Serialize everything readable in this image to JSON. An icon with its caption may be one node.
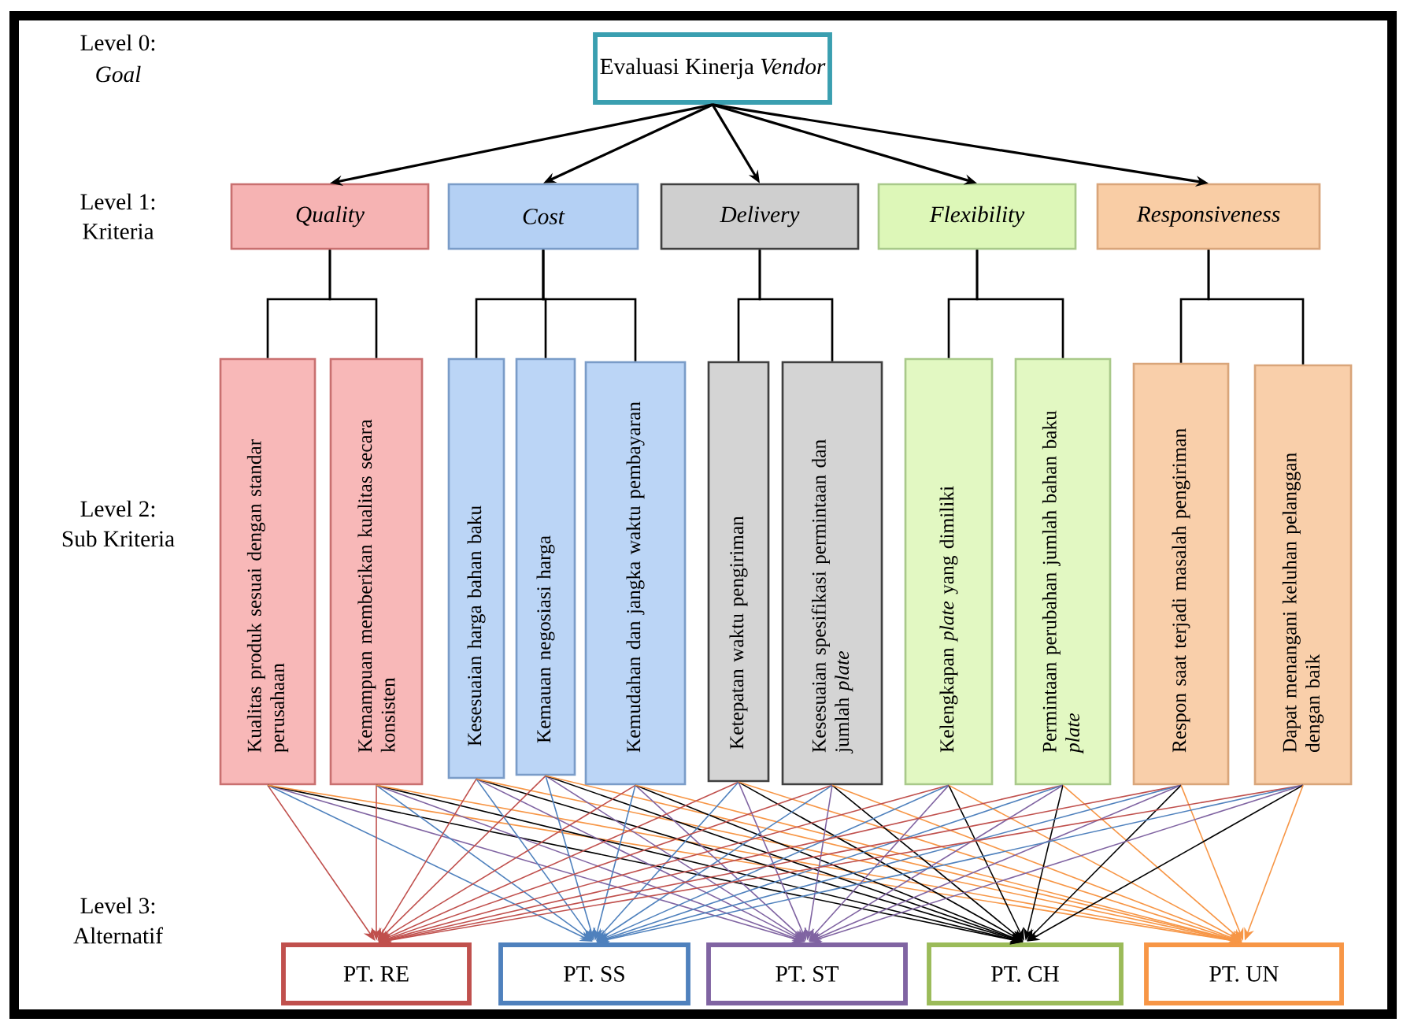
{
  "diagram": {
    "nodes": [
      {
        "text": [
          "Evaluasi Kinerja *Vendor*"
        ]
      },
      {
        "text": [
          "Quality"
        ]
      },
      {
        "text": [
          "Cost"
        ]
      },
      {
        "text": [
          "Delivery"
        ]
      },
      {
        "text": [
          "Flexibility"
        ]
      },
      {
        "text": [
          "Responsiveness"
        ]
      },
      {
        "text": [
          "Kualitas produk sesuai dengan standar perusahaan"
        ]
      },
      {
        "text": [
          "Kemampuan memberikan kualitas secara konsisten"
        ]
      },
      {
        "text": [
          "Kesesuaian harga bahan baku"
        ]
      },
      {
        "text": [
          "Kemauan negosiasi harga"
        ]
      },
      {
        "text": [
          "Kemudahan dan jangka waktu pembayaran"
        ]
      },
      {
        "text": [
          "Ketepatan waktu pengiriman"
        ]
      },
      {
        "text": [
          "Kesesuaian spesifikasi permintaan dan jumlah *plate*"
        ]
      },
      {
        "text": [
          "Kelengkapan *plate* yang dimiliki"
        ]
      },
      {
        "text": [
          "Permintaan perubahan jumlah bahan baku *plate*"
        ]
      },
      {
        "text": [
          "Respon saat terjadi masalah pengiriman"
        ]
      },
      {
        "text": [
          "Dapat menangani keluhan pelanggan dengan baik"
        ]
      },
      {
        "text": [
          "PT. RE"
        ]
      },
      {
        "text": [
          "PT. SS"
        ]
      },
      {
        "text": [
          "PT. ST"
        ]
      },
      {
        "text": [
          "PT. CH"
        ]
      },
      {
        "text": [
          "PT. UN"
        ]
      }
    ],
    "edges": [
      {
        "from": 0,
        "to": 1,
        "arrow": "to"
      },
      {
        "from": 0,
        "to": 2,
        "arrow": "to"
      },
      {
        "from": 0,
        "to": 3,
        "arrow": "to"
      },
      {
        "from": 0,
        "to": 4,
        "arrow": "to"
      },
      {
        "from": 0,
        "to": 5,
        "arrow": "to"
      },
      {
        "from": 1,
        "to": 6,
        "arrow": "none"
      },
      {
        "from": 1,
        "to": 7,
        "arrow": "none"
      },
      {
        "from": 2,
        "to": 8,
        "arrow": "none"
      },
      {
        "from": 2,
        "to": 9,
        "arrow": "none"
      },
      {
        "from": 2,
        "to": 10,
        "arrow": "none"
      },
      {
        "from": 3,
        "to": 11,
        "arrow": "none"
      },
      {
        "from": 3,
        "to": 12,
        "arrow": "none"
      },
      {
        "from": 4,
        "to": 13,
        "arrow": "none"
      },
      {
        "from": 4,
        "to": 14,
        "arrow": "none"
      },
      {
        "from": 5,
        "to": 15,
        "arrow": "none"
      },
      {
        "from": 5,
        "to": 16,
        "arrow": "none"
      },
      {
        "from": 6,
        "to": 17,
        "arrow": "to",
        "color": "#c0504d"
      },
      {
        "from": 6,
        "to": 18,
        "arrow": "to",
        "color": "#4f81bd"
      },
      {
        "from": 6,
        "to": 19,
        "arrow": "to",
        "color": "#8064a2"
      },
      {
        "from": 6,
        "to": 20,
        "arrow": "to"
      },
      {
        "from": 6,
        "to": 21,
        "arrow": "to",
        "color": "#f79646"
      },
      {
        "from": 7,
        "to": 17,
        "arrow": "to",
        "color": "#c0504d"
      },
      {
        "from": 7,
        "to": 18,
        "arrow": "to",
        "color": "#4f81bd"
      },
      {
        "from": 7,
        "to": 19,
        "arrow": "to",
        "color": "#8064a2"
      },
      {
        "from": 7,
        "to": 20,
        "arrow": "to"
      },
      {
        "from": 7,
        "to": 21,
        "arrow": "to",
        "color": "#f79646"
      },
      {
        "from": 8,
        "to": 17,
        "arrow": "to",
        "color": "#c0504d"
      },
      {
        "from": 8,
        "to": 18,
        "arrow": "to",
        "color": "#4f81bd"
      },
      {
        "from": 8,
        "to": 19,
        "arrow": "to",
        "color": "#8064a2"
      },
      {
        "from": 8,
        "to": 20,
        "arrow": "to"
      },
      {
        "from": 8,
        "to": 21,
        "arrow": "to",
        "color": "#f79646"
      },
      {
        "from": 9,
        "to": 17,
        "arrow": "to",
        "color": "#c0504d"
      },
      {
        "from": 9,
        "to": 18,
        "arrow": "to",
        "color": "#4f81bd"
      },
      {
        "from": 9,
        "to": 19,
        "arrow": "to",
        "color": "#8064a2"
      },
      {
        "from": 9,
        "to": 20,
        "arrow": "to"
      },
      {
        "from": 9,
        "to": 21,
        "arrow": "to",
        "color": "#f79646"
      },
      {
        "from": 10,
        "to": 17,
        "arrow": "to",
        "color": "#c0504d"
      },
      {
        "from": 10,
        "to": 18,
        "arrow": "to",
        "color": "#4f81bd"
      },
      {
        "from": 10,
        "to": 19,
        "arrow": "to",
        "color": "#8064a2"
      },
      {
        "from": 10,
        "to": 20,
        "arrow": "to"
      },
      {
        "from": 10,
        "to": 21,
        "arrow": "to",
        "color": "#f79646"
      },
      {
        "from": 11,
        "to": 17,
        "arrow": "to",
        "color": "#c0504d"
      },
      {
        "from": 11,
        "to": 18,
        "arrow": "to",
        "color": "#4f81bd"
      },
      {
        "from": 11,
        "to": 19,
        "arrow": "to",
        "color": "#8064a2"
      },
      {
        "from": 11,
        "to": 20,
        "arrow": "to"
      },
      {
        "from": 11,
        "to": 21,
        "arrow": "to",
        "color": "#f79646"
      },
      {
        "from": 12,
        "to": 17,
        "arrow": "to",
        "color": "#c0504d"
      },
      {
        "from": 12,
        "to": 18,
        "arrow": "to",
        "color": "#4f81bd"
      },
      {
        "from": 12,
        "to": 19,
        "arrow": "to",
        "color": "#8064a2"
      },
      {
        "from": 12,
        "to": 20,
        "arrow": "to"
      },
      {
        "from": 12,
        "to": 21,
        "arrow": "to",
        "color": "#f79646"
      },
      {
        "from": 13,
        "to": 17,
        "arrow": "to",
        "color": "#c0504d"
      },
      {
        "from": 13,
        "to": 18,
        "arrow": "to",
        "color": "#4f81bd"
      },
      {
        "from": 13,
        "to": 19,
        "arrow": "to",
        "color": "#8064a2"
      },
      {
        "from": 13,
        "to": 20,
        "arrow": "to"
      },
      {
        "from": 13,
        "to": 21,
        "arrow": "to",
        "color": "#f79646"
      },
      {
        "from": 14,
        "to": 17,
        "arrow": "to",
        "color": "#c0504d"
      },
      {
        "from": 14,
        "to": 18,
        "arrow": "to",
        "color": "#4f81bd"
      },
      {
        "from": 14,
        "to": 19,
        "arrow": "to",
        "color": "#8064a2"
      },
      {
        "from": 14,
        "to": 20,
        "arrow": "to"
      },
      {
        "from": 14,
        "to": 21,
        "arrow": "to",
        "color": "#f79646"
      },
      {
        "from": 15,
        "to": 17,
        "arrow": "to",
        "color": "#c0504d"
      },
      {
        "from": 15,
        "to": 18,
        "arrow": "to",
        "color": "#4f81bd"
      },
      {
        "from": 15,
        "to": 19,
        "arrow": "to",
        "color": "#8064a2"
      },
      {
        "from": 15,
        "to": 20,
        "arrow": "to"
      },
      {
        "from": 15,
        "to": 21,
        "arrow": "to",
        "color": "#f79646"
      },
      {
        "from": 16,
        "to": 17,
        "arrow": "to",
        "color": "#c0504d"
      },
      {
        "from": 16,
        "to": 18,
        "arrow": "to",
        "color": "#4f81bd"
      },
      {
        "from": 16,
        "to": 19,
        "arrow": "to",
        "color": "#8064a2"
      },
      {
        "from": 16,
        "to": 20,
        "arrow": "to"
      },
      {
        "from": 16,
        "to": 21,
        "arrow": "to",
        "color": "#f79646"
      }
    ],
    "labels": [
      "Level 0:",
      "Goal",
      "Level 1:",
      "Kriteria",
      "Level 2:",
      "Sub Kriteria",
      "Level 3:",
      "Alternatif"
    ]
  }
}
